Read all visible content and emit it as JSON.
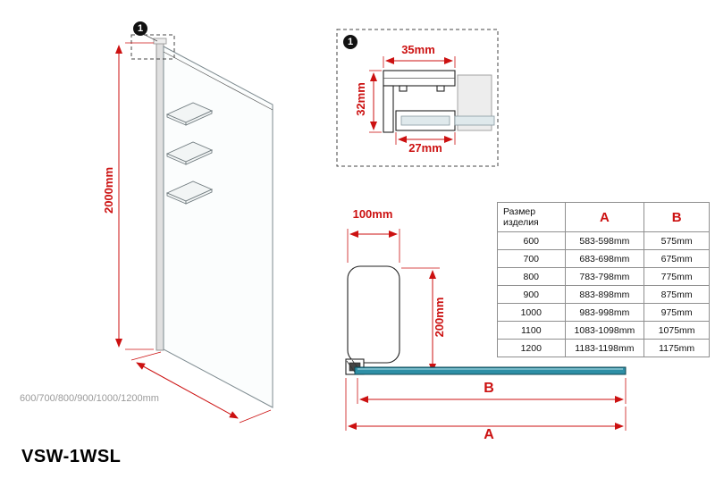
{
  "colors": {
    "dim": "#cc1111",
    "glass": "#2e8fa6",
    "gray-label": "#9b9b9b",
    "table-border": "#8f8f8f"
  },
  "title": "VSW-1WSL",
  "left_view": {
    "marker": "1",
    "height": "2000mm",
    "widths": "600/700/800/900/1000/1200mm"
  },
  "detail_view": {
    "marker": "1",
    "width_top": "35mm",
    "height_side": "32mm",
    "width_bottom": "27mm"
  },
  "plan_view": {
    "width": "100mm",
    "depth": "200mm",
    "dim_b": "B",
    "dim_a": "A"
  },
  "table": {
    "header": {
      "size": "Размер изделия",
      "a": "A",
      "b": "B"
    },
    "rows": [
      {
        "size": "600",
        "a": "583-598mm",
        "b": "575mm"
      },
      {
        "size": "700",
        "a": "683-698mm",
        "b": "675mm"
      },
      {
        "size": "800",
        "a": "783-798mm",
        "b": "775mm"
      },
      {
        "size": "900",
        "a": "883-898mm",
        "b": "875mm"
      },
      {
        "size": "1000",
        "a": "983-998mm",
        "b": "975mm"
      },
      {
        "size": "1100",
        "a": "1083-1098mm",
        "b": "1075mm"
      },
      {
        "size": "1200",
        "a": "1183-1198mm",
        "b": "1175mm"
      }
    ]
  }
}
